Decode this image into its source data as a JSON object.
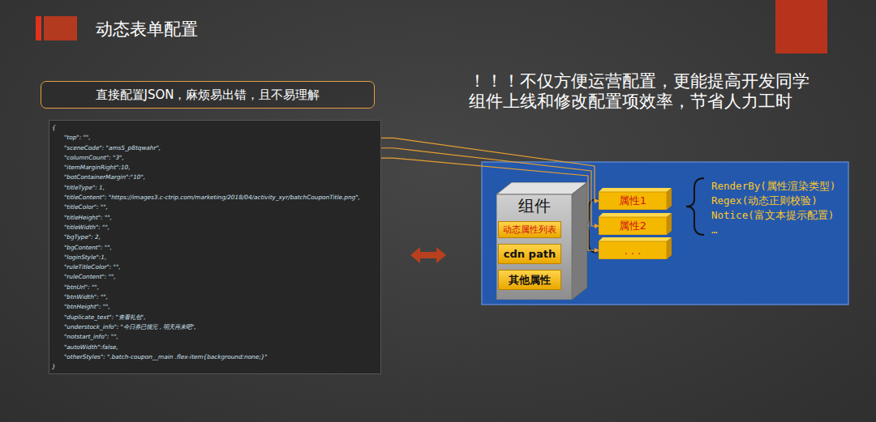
{
  "diagram": {
    "title": "动态表单配置",
    "nodes": [
      {
        "text": [
          "直接配置JSON，麻烦易出错，且不易理解"
        ]
      },
      {
        "text": [
          "{",
          "\"itemMarginRight\":10,",
          "\"botContainerMargin\":\"10\",",
          "\"titleType\": 1,",
          "\"titleContent\": \"https://images3.c-ctrip.com/marketing/2018/04/activity_xyr/batchCouponTitle.png\",",
          "\"titleColor\": \"\",",
          "\"titleHeight\": \"\",",
          "\"titleWidth\": \"\",",
          "\"bgType\": 2,",
          "\"bgContent\": \"\",",
          "\"loginStyle\":1,",
          "\"ruleTitleColor\": \"\",",
          "\"ruleContent\": \"\",",
          "\"btnUrl\": \"\",",
          "\"btnWidth\": \"\",",
          "\"btnHeight\": \"\",",
          "\"duplicate_text\": \"查看礼包\",",
          "\"understock_info\": \"今日券已领完，明天再来吧\",",
          "\"notstart_info\": \"\",",
          "\"autoWidth\":false,",
          "\"otherStyles\": \".batch-coupon__main .flex-item{background:none;}\"",
          "}"
        ]
      },
      {
        "text": [
          "\"top\": \"\","
        ],
        "in": 1
      },
      {
        "text": [
          "\"sceneCode\": \"ams5_p8tqwahr\","
        ],
        "in": 1
      },
      {
        "text": [
          "\"columnCount\": \"3\","
        ],
        "in": 1
      },
      {
        "text": [
          "组件"
        ]
      },
      {
        "text": [
          "动态属性列表"
        ],
        "in": 5
      },
      {
        "text": [
          "cdn path"
        ],
        "in": 5
      },
      {
        "text": [
          "其他属性"
        ],
        "in": 5
      },
      {
        "text": [
          "属性1"
        ]
      },
      {
        "text": [
          "属性2"
        ]
      },
      {
        "text": [
          ". . ."
        ]
      }
    ],
    "edges": [
      {
        "from": 2,
        "to": 9,
        "arrow": "to"
      },
      {
        "from": 3,
        "to": 10,
        "arrow": "to"
      },
      {
        "from": 4,
        "to": 11,
        "arrow": "to"
      }
    ],
    "labels": [
      "！！！不仅方便运营配置，更能提高开发同学 组件上线和修改配置项效率，节省人力工时",
      "RenderBy(属性渲染类型)",
      "Regex(动态正则校验)",
      "Notice(富文本提示配置)",
      "…"
    ]
  }
}
